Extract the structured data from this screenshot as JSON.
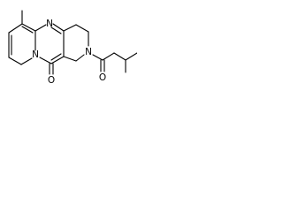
{
  "molecule": {
    "atoms": {
      "ring_n_lower": "N",
      "ring_n_upper": "N",
      "ring_n_piperidine": "N",
      "carbonyl_o_ring": "O",
      "carbonyl_o_acyl": "O"
    }
  }
}
